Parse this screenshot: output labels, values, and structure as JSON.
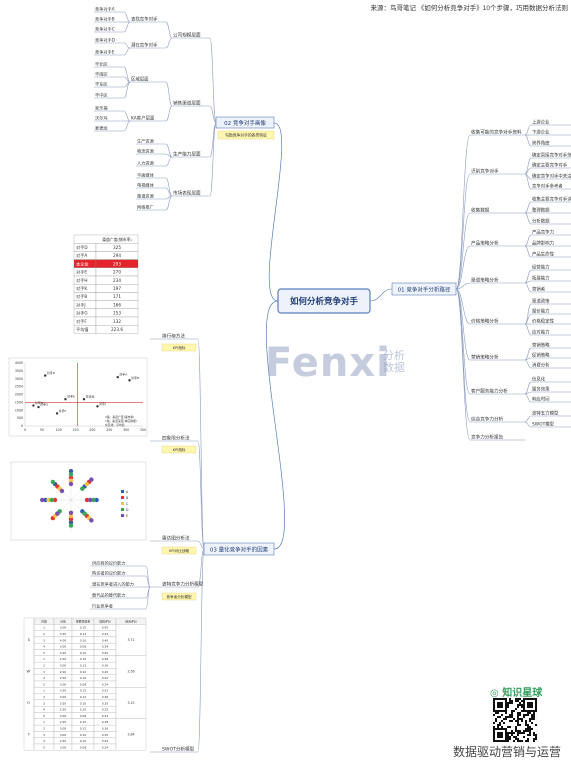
{
  "source_note": "来源：鸟哥笔记 《如何分析竞争对手》10个步骤，巧用数据分析法则",
  "central_topic": "如何分析竞争对手",
  "branch01": {
    "label": "01 竞争对手分析路径",
    "children": [
      {
        "label": "收集可能的竞争对手资料",
        "items": [
          "上游企业",
          "下游企业",
          "跨界角度"
        ]
      },
      {
        "label": "识别竞争对手",
        "items": [
          "确定直接竞争对手范围",
          "确定主要竞争对手",
          "确定竞争对手中关注",
          "竞争对手参考者"
        ]
      },
      {
        "label": "收集数据",
        "items": [
          "收集主要竞争对手详细数据",
          "整理数据",
          "分析数据"
        ]
      },
      {
        "label": "产品策略分析",
        "items": [
          "产品竞争力",
          "品牌影响力",
          "产品生命性"
        ]
      },
      {
        "label": "渠道策略分析",
        "items": [
          "经营能力",
          "拓展能力",
          "营销者"
        ]
      },
      {
        "label": "价格策略分析",
        "items": [
          "渠道政策",
          "报价能力",
          "价格稳定性",
          "应对能力"
        ]
      },
      {
        "label": "营销策略分析",
        "items": [
          "营销策略",
          "促销策略",
          "消费分析"
        ]
      },
      {
        "label": "客户服务能力分析",
        "items": [
          "信息化",
          "服务效果",
          "响应时间"
        ]
      },
      {
        "label": "综合竞争力分析",
        "items": [
          "波特五力模型",
          "SWOT模型"
        ]
      },
      {
        "label": "竞争力分析报告",
        "items": []
      }
    ]
  },
  "branch02": {
    "label": "02 竞争对手画像",
    "note": "勾勒竞争对手的各类特征",
    "groups": [
      {
        "label": "公司规模层面",
        "children": [
          {
            "label": "查找竞争对手",
            "items": [
              "竞争对手A",
              "竞争对手B",
              "竞争对手C"
            ]
          },
          {
            "label": "潜在竞争对手",
            "items": [
              "竞争对手D",
              "竞争对手E"
            ]
          }
        ]
      },
      {
        "label": "销售渠道层面",
        "children": [
          {
            "label": "区域层面",
            "items": [
              "华北区",
              "华南区",
              "华东区",
              "华中区"
            ]
          },
          {
            "label": "KA客户层面",
            "items": [
              "家乐福",
              "沃尔玛",
              "麦德龙"
            ]
          }
        ]
      },
      {
        "label": "生产能力层面",
        "items": [
          "生产资源",
          "物流资源",
          "人力资源"
        ]
      },
      {
        "label": "市场表现层面",
        "items": [
          "平面媒体",
          "电视媒体",
          "渠道资源",
          "网络推广"
        ]
      }
    ]
  },
  "branch03": {
    "label": "03 量化竞争对手的因素",
    "sub": [
      {
        "label": "排行榜方法",
        "note": "KPI指标"
      },
      {
        "label": "四象限分析法",
        "note": "KPI指标"
      },
      {
        "label": "雷达图分析法",
        "note": "KPI对比战略"
      },
      {
        "label": "波特竞争力分析模型",
        "note": "竞争者分析模型",
        "items": [
          "供应商的议价能力",
          "购买者的议价能力",
          "潜在竞争者进入的能力",
          "替代品的替代能力",
          "行业竞争者"
        ]
      },
      {
        "label": "SWOT分析模型"
      }
    ]
  },
  "ranking_table": {
    "header": [
      "",
      "渠道广度(铺市率)"
    ],
    "rows": [
      [
        "对手D",
        "325"
      ],
      [
        "对手A",
        "294"
      ],
      [
        "本企业",
        "293"
      ],
      [
        "对手E",
        "270"
      ],
      [
        "对手H",
        "234"
      ],
      [
        "对手K",
        "197"
      ],
      [
        "对手B",
        "171"
      ],
      [
        "对手J",
        "166"
      ],
      [
        "对手G",
        "153"
      ],
      [
        "对手F",
        "132"
      ],
      [
        "平均值",
        "223.6"
      ]
    ],
    "highlight_row": 2
  },
  "quadrant_chart": {
    "y_ticks": [
      "4000",
      "3500",
      "3000",
      "2500",
      "2000",
      "1500",
      "1000",
      "500",
      "0"
    ],
    "x_ticks": [
      "0",
      "50",
      "100",
      "150",
      "200",
      "250",
      "300",
      "350"
    ],
    "points": [
      {
        "x": 60,
        "y": 3200,
        "label": "对手D"
      },
      {
        "x": 275,
        "y": 3100,
        "label": "对手A"
      },
      {
        "x": 310,
        "y": 2900,
        "label": "对手B"
      },
      {
        "x": 120,
        "y": 1700,
        "label": "对手E"
      },
      {
        "x": 175,
        "y": 1700,
        "label": "本企业"
      },
      {
        "x": 40,
        "y": 1200,
        "label": "对手G"
      },
      {
        "x": 25,
        "y": 1300,
        "label": "对手H"
      },
      {
        "x": 95,
        "y": 800,
        "label": "对手F"
      },
      {
        "x": 215,
        "y": 1250,
        "label": "对手J"
      }
    ],
    "legend_note": [
      "X轴：渠道广度(铺市率)",
      "Y轴：渠道深度(单店销量)",
      "交叉线：平均值"
    ]
  },
  "radar_chart": {
    "legend": [
      "A",
      "B",
      "C",
      "D",
      "E"
    ],
    "colors": [
      "#2b5fb5",
      "#e3342f",
      "#f6c344",
      "#3aa655",
      "#7a4db3"
    ]
  },
  "swot_table": {
    "header": [
      "内容",
      "分值",
      "重要性权重",
      "加权评分",
      "综合评分"
    ],
    "groups": [
      {
        "name": "S",
        "total": "3.71",
        "rows": [
          [
            "1",
            "3.00",
            "0.15",
            "0.45"
          ],
          [
            "2",
            "3.50",
            "0.12",
            "0.42"
          ],
          [
            "3",
            "4.00",
            "0.10",
            "0.40"
          ],
          [
            "4",
            "3.00",
            "0.08",
            "0.24"
          ],
          [
            "5",
            "4.50",
            "0.10",
            "0.45"
          ]
        ]
      },
      {
        "name": "W",
        "total": "2.56",
        "rows": [
          [
            "1",
            "2.50",
            "0.15",
            "0.38"
          ],
          [
            "2",
            "3.00",
            "0.12",
            "0.36"
          ],
          [
            "3",
            "2.00",
            "0.10",
            "0.20"
          ],
          [
            "4",
            "2.50",
            "0.10",
            "0.25"
          ],
          [
            "5",
            "3.00",
            "0.08",
            "0.24"
          ]
        ]
      },
      {
        "name": "O",
        "total": "3.15",
        "rows": [
          [
            "1",
            "3.50",
            "0.15",
            "0.53"
          ],
          [
            "2",
            "3.00",
            "0.12",
            "0.36"
          ],
          [
            "3",
            "3.50",
            "0.10",
            "0.35"
          ],
          [
            "4",
            "2.50",
            "0.10",
            "0.25"
          ],
          [
            "5",
            "3.00",
            "0.08",
            "0.24"
          ]
        ]
      },
      {
        "name": "T",
        "total": "2.84",
        "rows": [
          [
            "1",
            "2.50",
            "0.15",
            "0.38"
          ],
          [
            "2",
            "3.00",
            "0.12",
            "0.36"
          ],
          [
            "3",
            "3.00",
            "0.10",
            "0.30"
          ],
          [
            "4",
            "2.50",
            "0.10",
            "0.25"
          ],
          [
            "5",
            "3.00",
            "0.08",
            "0.24"
          ]
        ]
      }
    ]
  },
  "watermark": {
    "main": "Fenxi",
    "sub1": "分析",
    "sub2": "数据"
  },
  "footer": {
    "planet": "知识星球",
    "slogan": "数据驱动营销与运营"
  },
  "colors": {
    "branch_line": "#8a9bbf",
    "node_fill": "#eef3fb",
    "node_border": "#5b7db8",
    "note_fill": "#fff6b0",
    "highlight": "#e3242b"
  }
}
